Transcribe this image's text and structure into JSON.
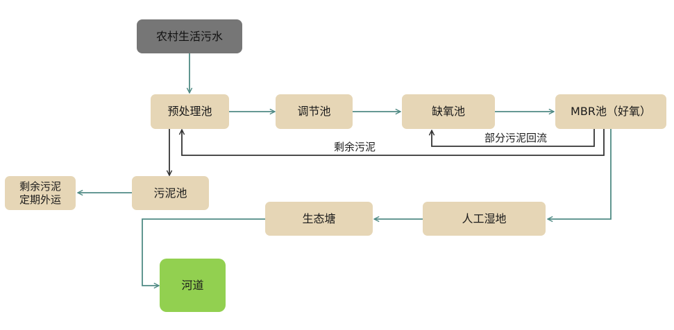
{
  "diagram": {
    "nodes": {
      "source": "农村生活污水",
      "pretreat": "预处理池",
      "regulate": "调节池",
      "anoxic": "缺氧池",
      "mbr": "MBR池（好氧）",
      "sludge_tank": "污泥池",
      "sludge_out": "剩余污泥定期外运",
      "wetland": "人工湿地",
      "eco_pond": "生态塘",
      "river": "河道"
    },
    "edge_labels": {
      "reflux": "部分污泥回流",
      "excess": "剩余污泥"
    },
    "colors": {
      "node_fill": "#e6d6b6",
      "source_fill": "#767676",
      "sink_fill": "#92d050",
      "water_line": "#4f8a84",
      "sludge_line": "#333333"
    }
  }
}
